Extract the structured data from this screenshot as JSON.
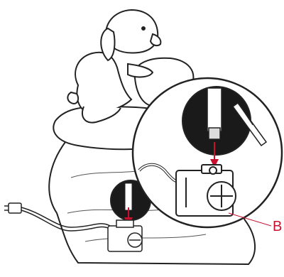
{
  "callout": {
    "label": "B",
    "color": "#c8102e"
  },
  "colors": {
    "line": "#222222",
    "fill": "#ffffff",
    "dark": "#1a1a1a",
    "rock_shade": "#e9e9e9"
  },
  "icons": [
    "dog-figure",
    "rock-fountain",
    "pump",
    "power-plug",
    "magnifier-circle",
    "tube",
    "red-arrow"
  ]
}
